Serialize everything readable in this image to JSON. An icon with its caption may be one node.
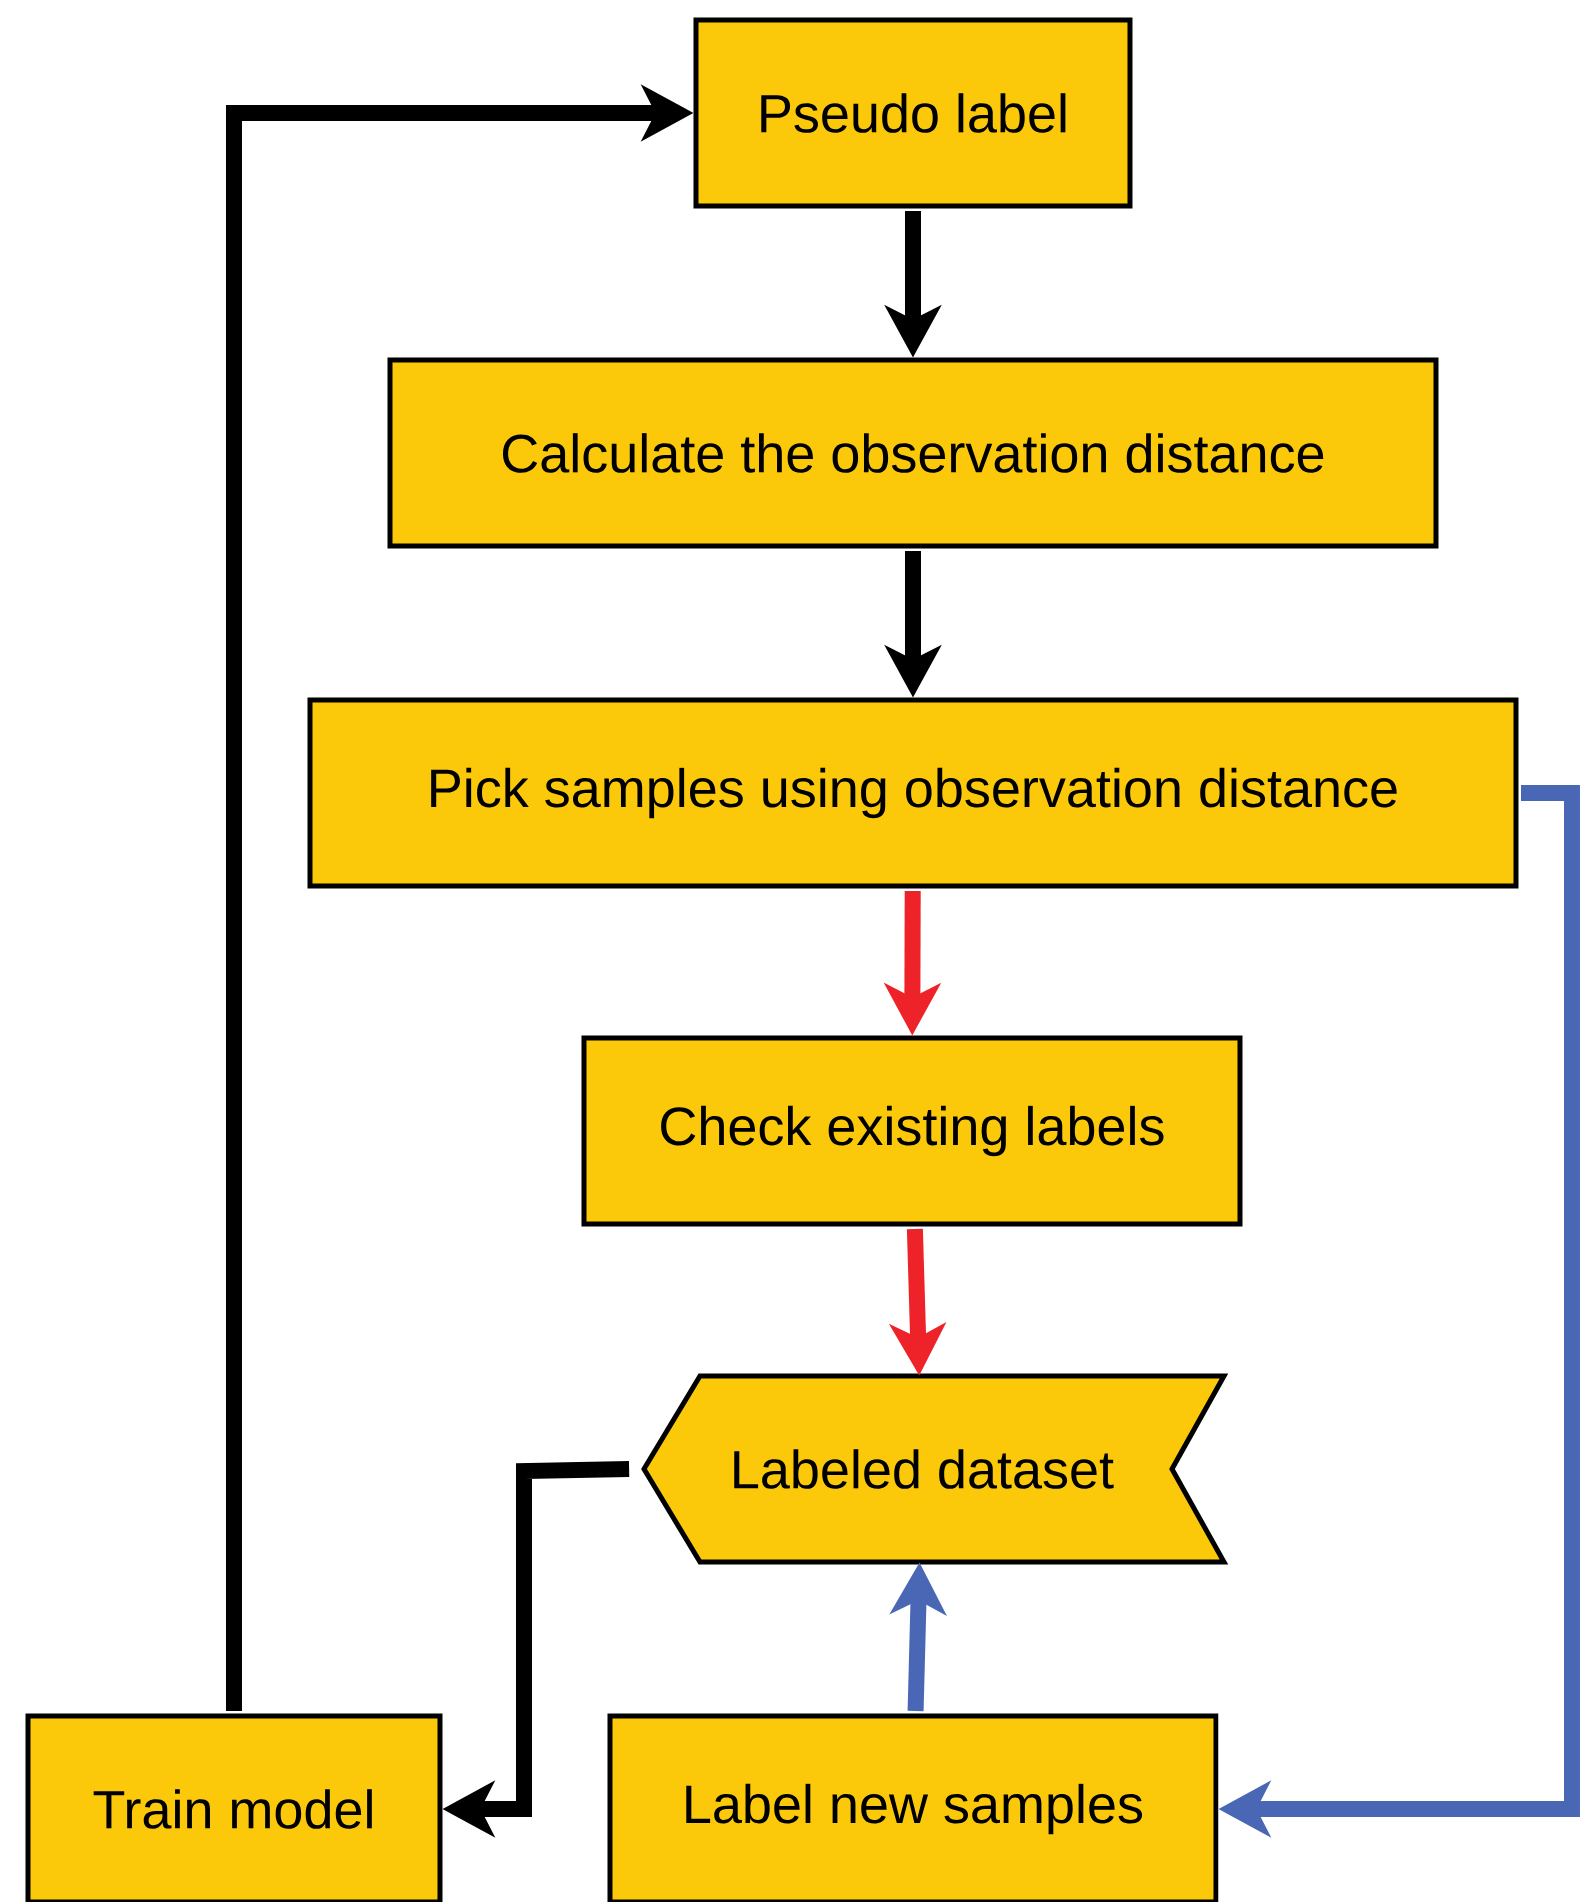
{
  "diagram": {
    "nodes": [
      {
        "text": [
          "Pseudo label"
        ]
      },
      {
        "text": [
          "Calculate the observation distance"
        ]
      },
      {
        "text": [
          "Pick samples using observation distance"
        ]
      },
      {
        "text": [
          "Check existing labels"
        ]
      },
      {
        "text": [
          "Labeled dataset"
        ]
      },
      {
        "text": [
          "Train model"
        ]
      },
      {
        "text": [
          "Label new samples"
        ]
      }
    ],
    "edges": [
      {
        "from": 0,
        "to": 1,
        "arrow": "to"
      },
      {
        "from": 1,
        "to": 2,
        "arrow": "to"
      },
      {
        "from": 2,
        "to": 3,
        "arrow": "to",
        "color": "#ee2229"
      },
      {
        "from": 3,
        "to": 4,
        "arrow": "to",
        "color": "#ee2229"
      },
      {
        "from": 6,
        "to": 4,
        "arrow": "to",
        "color": "#4a67b5"
      },
      {
        "from": 4,
        "to": 5,
        "arrow": "to"
      },
      {
        "from": 5,
        "to": 0,
        "arrow": "to"
      },
      {
        "from": 2,
        "to": 6,
        "arrow": "to",
        "color": "#4a67b5"
      }
    ]
  }
}
